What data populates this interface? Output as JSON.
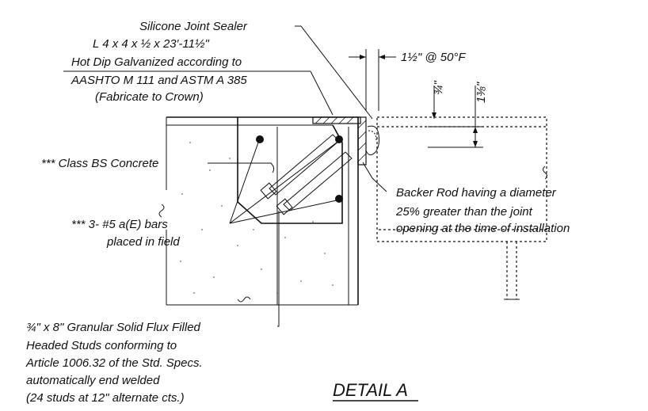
{
  "labels": {
    "silicone_sealer": "Silicone Joint Sealer",
    "angle_line1": "L 4 x 4 x ½ x 23′-11½\"",
    "angle_line2": "Hot Dip Galvanized according to",
    "angle_line3": "AASHTO M 111 and ASTM A 385",
    "angle_line4": "(Fabricate to Crown)",
    "joint_opening": "1½\" @ 50°F",
    "dim_three_quarter": "¾\"",
    "dim_one_three_eighths": "1⅜\"",
    "concrete_note": "*** Class BS Concrete",
    "backer_line1": "Backer Rod having a diameter",
    "backer_line2": "25% greater than the joint",
    "backer_line3": "opening at the time of installation",
    "bars_line1": "*** 3- #5 a(E) bars",
    "bars_line2": "placed in field",
    "studs_line1": "¾\" x 8\" Granular Solid Flux Filled",
    "studs_line2": "Headed Studs conforming to",
    "studs_line3": "Article 1006.32 of the Std. Specs.",
    "studs_line4": "automatically end welded",
    "studs_line5": "(24 studs at 12\" alternate cts.)",
    "detail_title": "DETAIL A"
  }
}
